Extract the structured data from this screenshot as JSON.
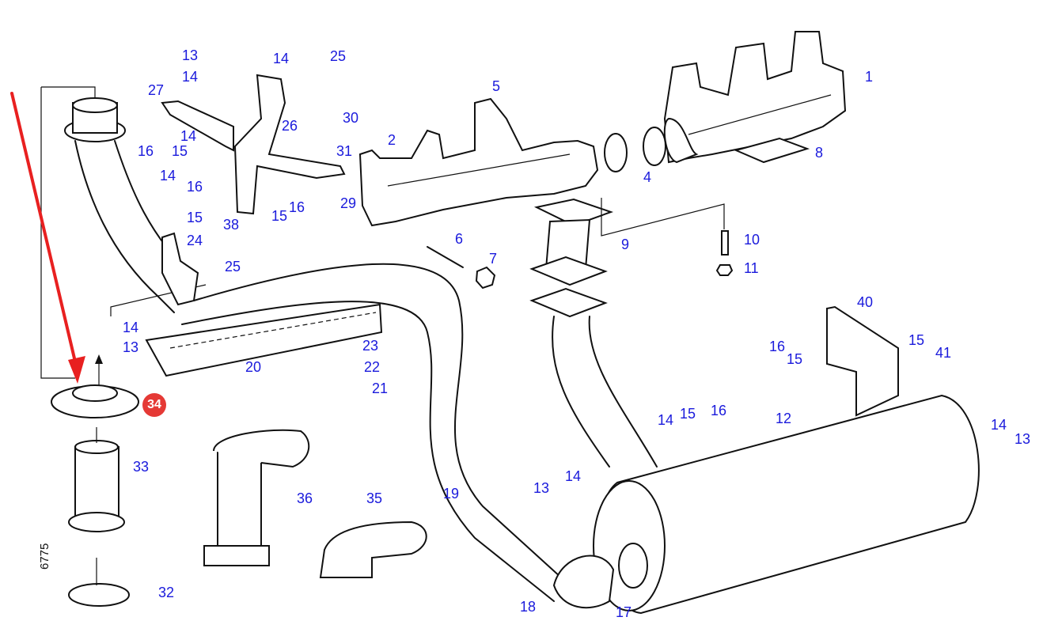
{
  "diagram": {
    "title": "Exhaust system exploded parts diagram",
    "drawing_number": "6775",
    "highlight": {
      "part": "34",
      "color": "#e53935",
      "arrow_color": "#e82020"
    },
    "label_color": "#1a1adc",
    "callouts": [
      {
        "id": "c1",
        "text": "1"
      },
      {
        "id": "c2",
        "text": "2"
      },
      {
        "id": "c4",
        "text": "4"
      },
      {
        "id": "c5",
        "text": "5"
      },
      {
        "id": "c6",
        "text": "6"
      },
      {
        "id": "c7",
        "text": "7"
      },
      {
        "id": "c8",
        "text": "8"
      },
      {
        "id": "c9",
        "text": "9"
      },
      {
        "id": "c10",
        "text": "10"
      },
      {
        "id": "c11",
        "text": "11"
      },
      {
        "id": "c12",
        "text": "12"
      },
      {
        "id": "c13a",
        "text": "13"
      },
      {
        "id": "c14a",
        "text": "14"
      },
      {
        "id": "c14b",
        "text": "14"
      },
      {
        "id": "c25a",
        "text": "25"
      },
      {
        "id": "c27",
        "text": "27"
      },
      {
        "id": "c30",
        "text": "30"
      },
      {
        "id": "c26",
        "text": "26"
      },
      {
        "id": "c31",
        "text": "31"
      },
      {
        "id": "c14c",
        "text": "14"
      },
      {
        "id": "c16a",
        "text": "16"
      },
      {
        "id": "c15a",
        "text": "15"
      },
      {
        "id": "c14d",
        "text": "14"
      },
      {
        "id": "c16b",
        "text": "16"
      },
      {
        "id": "c15b",
        "text": "15"
      },
      {
        "id": "c15c",
        "text": "15"
      },
      {
        "id": "c16c",
        "text": "16"
      },
      {
        "id": "c29",
        "text": "29"
      },
      {
        "id": "c38",
        "text": "38"
      },
      {
        "id": "c24",
        "text": "24"
      },
      {
        "id": "c25b",
        "text": "25"
      },
      {
        "id": "c14e",
        "text": "14"
      },
      {
        "id": "c13b",
        "text": "13"
      },
      {
        "id": "c20",
        "text": "20"
      },
      {
        "id": "c23",
        "text": "23"
      },
      {
        "id": "c22",
        "text": "22"
      },
      {
        "id": "c21",
        "text": "21"
      },
      {
        "id": "c33",
        "text": "33"
      },
      {
        "id": "c32",
        "text": "32"
      },
      {
        "id": "c36",
        "text": "36"
      },
      {
        "id": "c35",
        "text": "35"
      },
      {
        "id": "c19",
        "text": "19"
      },
      {
        "id": "c13c",
        "text": "13"
      },
      {
        "id": "c14f",
        "text": "14"
      },
      {
        "id": "c18",
        "text": "18"
      },
      {
        "id": "c17",
        "text": "17"
      },
      {
        "id": "c40",
        "text": "40"
      },
      {
        "id": "c16d",
        "text": "16"
      },
      {
        "id": "c15d",
        "text": "15"
      },
      {
        "id": "c15e",
        "text": "15"
      },
      {
        "id": "c41",
        "text": "41"
      },
      {
        "id": "c14g",
        "text": "14"
      },
      {
        "id": "c15f",
        "text": "15"
      },
      {
        "id": "c16e",
        "text": "16"
      },
      {
        "id": "c14h",
        "text": "14"
      },
      {
        "id": "c13d",
        "text": "13"
      }
    ]
  }
}
